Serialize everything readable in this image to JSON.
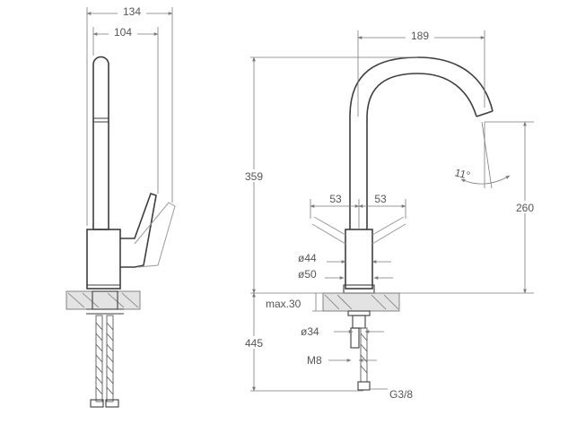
{
  "dimensions": {
    "side_width_total": "134",
    "side_width_spout": "104",
    "spout_reach": "189",
    "total_height": "359",
    "spout_height": "260",
    "handle_left": "53",
    "handle_right": "53",
    "body_dia": "ø44",
    "base_dia": "ø50",
    "max_counter": "max.30",
    "hose_length": "445",
    "shank_dia": "ø34",
    "stud_thread": "M8",
    "tilt_angle": "11°",
    "hose_thread": "G3/8"
  },
  "colors": {
    "outline": "#3d3d3d",
    "dimension": "#7a7a7a",
    "counter_fill": "#e3e3e3",
    "text": "#555555"
  }
}
